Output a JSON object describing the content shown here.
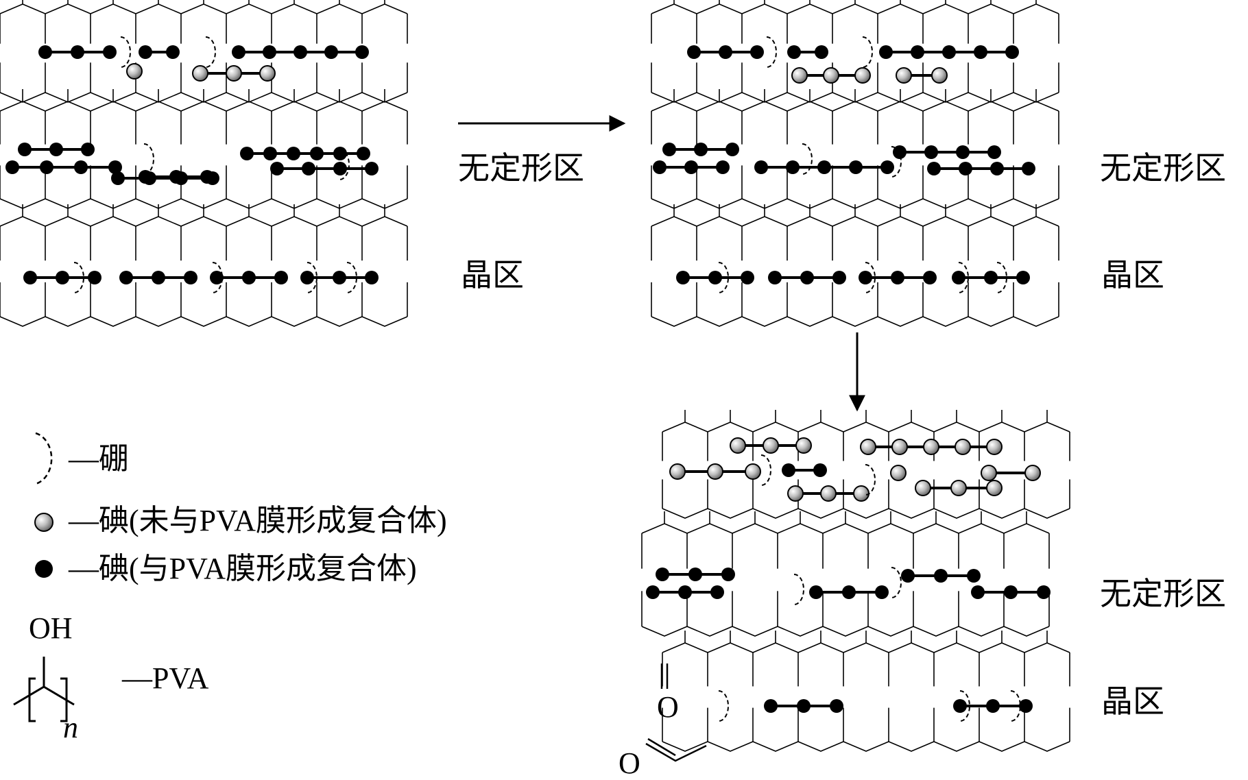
{
  "labels": {
    "amorphous": "无定形区",
    "crystalline": "晶区"
  },
  "legend": {
    "boron": "—硼",
    "iodine_uncomplexed": "—碘(未与PVA膜形成复合体)",
    "iodine_complexed": "—碘(与PVA膜形成复合体)",
    "pva": "—PVA"
  },
  "pva_structure": {
    "group": "OH",
    "subscript": "n"
  },
  "carbonyl": {
    "atom": "O"
  },
  "colors": {
    "line": "#000000",
    "complexed_iodine": "#000000",
    "uncomplexed_iodine": "#bdbdbd"
  }
}
